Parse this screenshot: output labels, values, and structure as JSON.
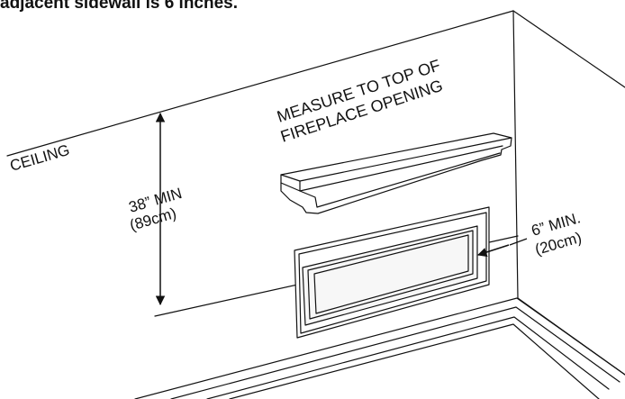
{
  "caption_fragment": "adjacent sidewall is 6 inches.",
  "labels": {
    "ceiling": "CEILING",
    "measure_line1": "MEASURE TO TOP OF",
    "measure_line2": "FIREPLACE OPENING",
    "height_line1": "38” MIN",
    "height_line2": "(89cm)",
    "side_line1": "6” MIN.",
    "side_line2": "(20cm)"
  }
}
